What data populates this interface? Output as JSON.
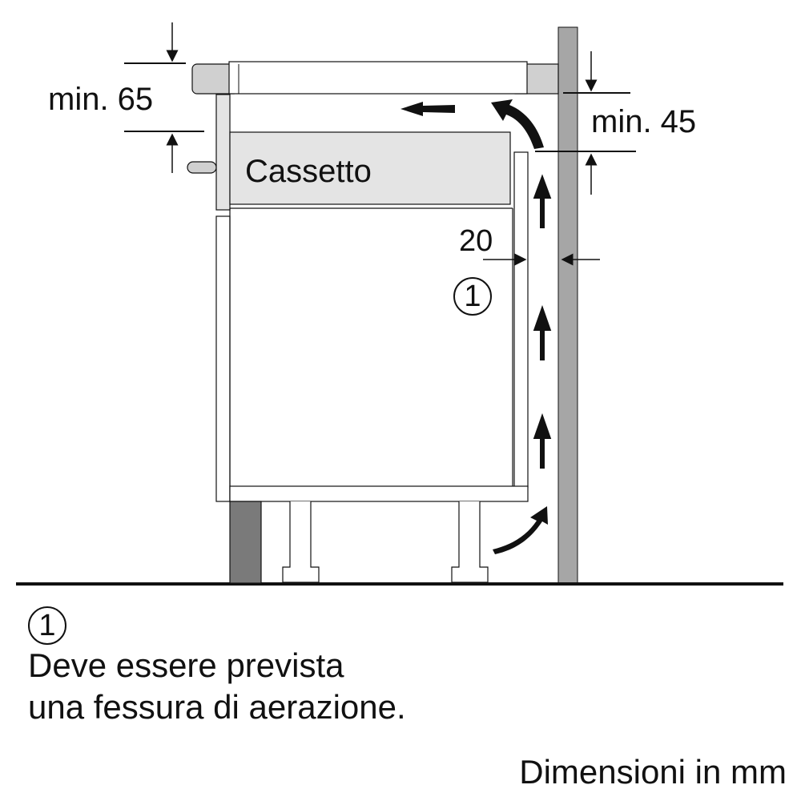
{
  "diagram": {
    "drawer_label": "Cassetto",
    "dimensions": {
      "worktop_gap": "min. 65",
      "wall_gap": "min. 45",
      "rear_gap": "20"
    },
    "callout_marker": "1",
    "legend": {
      "marker": "1",
      "line1": "Deve essere prevista",
      "line2": "una fessura di aerazione."
    },
    "units_note": "Dimensioni in mm",
    "colors": {
      "wall": "#a6a6a6",
      "worktop": "#d0d0d0",
      "drawer": "#e4e4e4",
      "plinth": "#7a7a7a",
      "line": "#111111"
    }
  }
}
